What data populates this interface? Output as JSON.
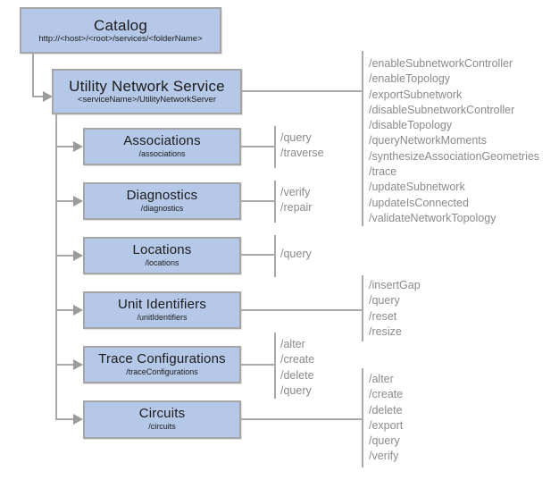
{
  "colors": {
    "box_fill": "#b6c8e8",
    "box_border": "#a6a6a6",
    "connector_line": "#a9a9a9",
    "operations_text": "#8a8a8a",
    "box_text": "#1b1b1b"
  },
  "nodes": {
    "catalog": {
      "title": "Catalog",
      "subtitle": "http://<host>/<root>/services/<folderName>",
      "ops": []
    },
    "utility_network_service": {
      "title": "Utility Network Service",
      "subtitle": "<serviceName>/UtilityNetworkServer",
      "ops": [
        "/enableSubnetworkController",
        "/enableTopology",
        "/exportSubnetwork",
        "/disableSubnetworkController",
        "/disableTopology",
        "/queryNetworkMoments",
        "/synthesizeAssociationGeometries",
        "/trace",
        "/updateSubnetwork",
        "/updateIsConnected",
        "/validateNetworkTopology"
      ]
    },
    "associations": {
      "title": "Associations",
      "subtitle": "/associations",
      "ops": [
        "/query",
        "/traverse"
      ]
    },
    "diagnostics": {
      "title": "Diagnostics",
      "subtitle": "/diagnostics",
      "ops": [
        "/verify",
        "/repair"
      ]
    },
    "locations": {
      "title": "Locations",
      "subtitle": "/locations",
      "ops": [
        "/query"
      ]
    },
    "unit_identifiers": {
      "title": "Unit Identifiers",
      "subtitle": "/unitIdentifiers",
      "ops": [
        "/insertGap",
        "/query",
        "/reset",
        "/resize"
      ]
    },
    "trace_configurations": {
      "title": "Trace Configurations",
      "subtitle": "/traceConfigurations",
      "ops": [
        "/alter",
        "/create",
        "/delete",
        "/query"
      ]
    },
    "circuits": {
      "title": "Circuits",
      "subtitle": "/circuits",
      "ops": [
        "/alter",
        "/create",
        "/delete",
        "/export",
        "/query",
        "/verify"
      ]
    }
  }
}
